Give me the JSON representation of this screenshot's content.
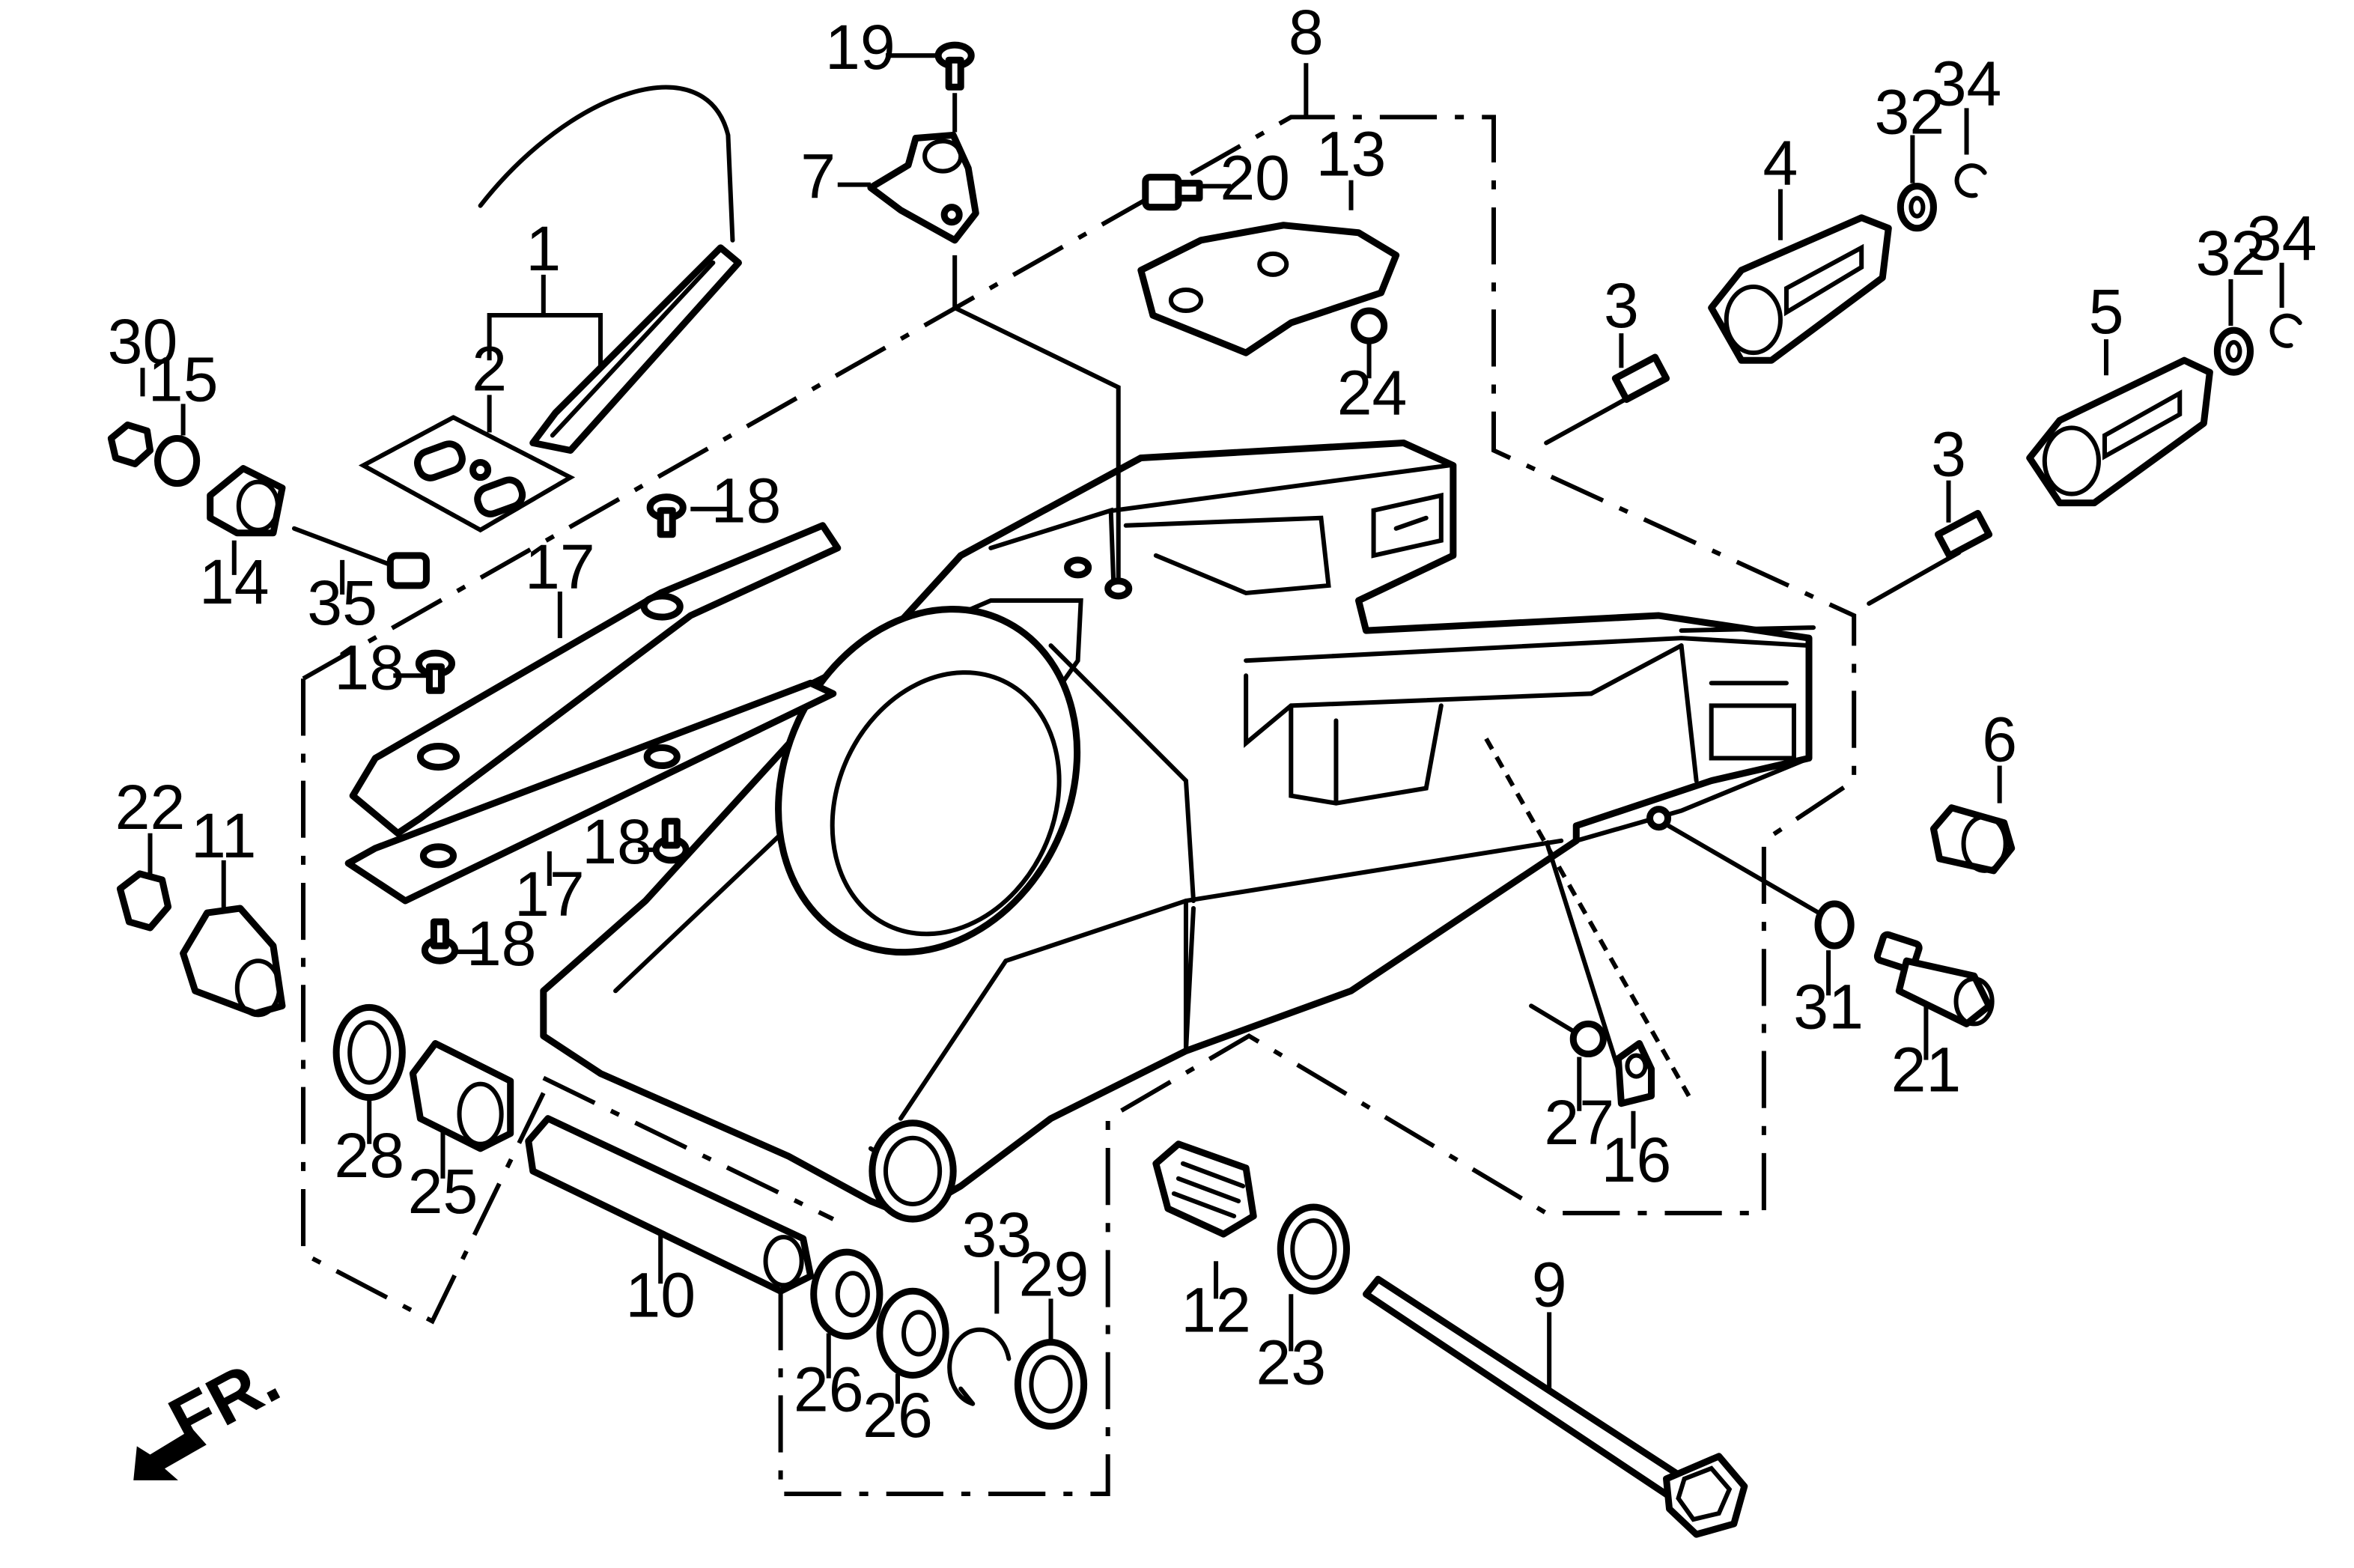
{
  "labels": {
    "p1": "1",
    "p2": "2",
    "p3a": "3",
    "p3b": "3",
    "p4": "4",
    "p5": "5",
    "p6": "6",
    "p7": "7",
    "p8": "8",
    "p9": "9",
    "p10": "10",
    "p11": "11",
    "p12": "12",
    "p13": "13",
    "p14": "14",
    "p15": "15",
    "p16": "16",
    "p17a": "17",
    "p17b": "17",
    "p18a": "18",
    "p18b": "18",
    "p18c": "18",
    "p18d": "18",
    "p19": "19",
    "p20": "20",
    "p21": "21",
    "p22": "22",
    "p23": "23",
    "p24": "24",
    "p25": "25",
    "p26a": "26",
    "p26b": "26",
    "p27": "27",
    "p28": "28",
    "p29": "29",
    "p30": "30",
    "p31": "31",
    "p32a": "32",
    "p32b": "32",
    "p33": "33",
    "p34a": "34",
    "p34b": "34",
    "p35": "35"
  },
  "direction_marker": "FR."
}
